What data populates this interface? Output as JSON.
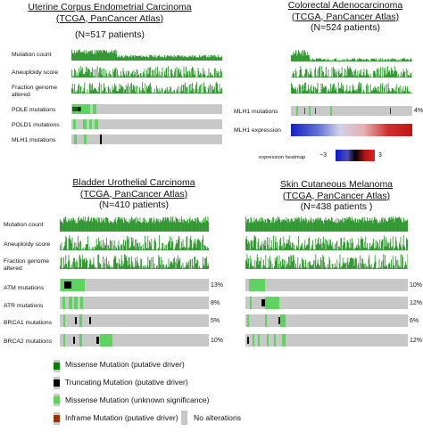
{
  "panels": {
    "ucec": {
      "title": "Uterine Corpus Endometrial Carcinoma",
      "subtitle": "(TCGA, PanCancer Atlas)",
      "n": "(N=517 patients)",
      "rows": [
        "Mutation count",
        "Aneuploidy score",
        "Fraction genome altered",
        "POLE mutations",
        "POLD1 mutations",
        "MLH1 mutations"
      ]
    },
    "coad": {
      "title": "Colorectal Adenocarcinoma",
      "subtitle": "(TCGA, PanCancer Atlas)",
      "n": "(N=524 patients)",
      "mlh1_label": "MLH1 mutations",
      "mlh1_pct": "4%",
      "expr_label": "MLH1 expression",
      "heatmap_label": "expression heatmap",
      "heatmap_min": "−3",
      "heatmap_max": "3"
    },
    "blca": {
      "title": "Bladder Urothelial Carcinoma",
      "subtitle": "(TCGA, PanCancer Atlas)",
      "n": "(N=410 patients)",
      "rows": [
        "Mutation count",
        "Aneuploidy score",
        "Fraction genome altered",
        "ATM mutations",
        "ATR mutations",
        "BRCA1 mutations",
        "BRCA2 mutations"
      ],
      "pcts": [
        "13%",
        "8%",
        "5%",
        "10%"
      ]
    },
    "skcm": {
      "title": "Skin Cutaneous Melanoma",
      "subtitle": "(TCGA, PanCancer Atlas)",
      "n": "(N=438 patients )",
      "pcts": [
        "10%",
        "12%",
        "6%",
        "12%"
      ]
    }
  },
  "legend": {
    "items": [
      "Missense Mutation (putative driver)",
      "Truncating Mutation (putative driver)",
      "Missense Mutation (unknown significance)",
      "Inframe Mutation (putative driver)"
    ],
    "no_alt": "No alterations"
  },
  "colors": {
    "track_green": "#1f8f1f",
    "missense_driver": "#008000",
    "truncating": "#000000",
    "missense_vus": "#5fd35f",
    "inframe": "#993404",
    "no_alteration": "#c8c8c8"
  }
}
